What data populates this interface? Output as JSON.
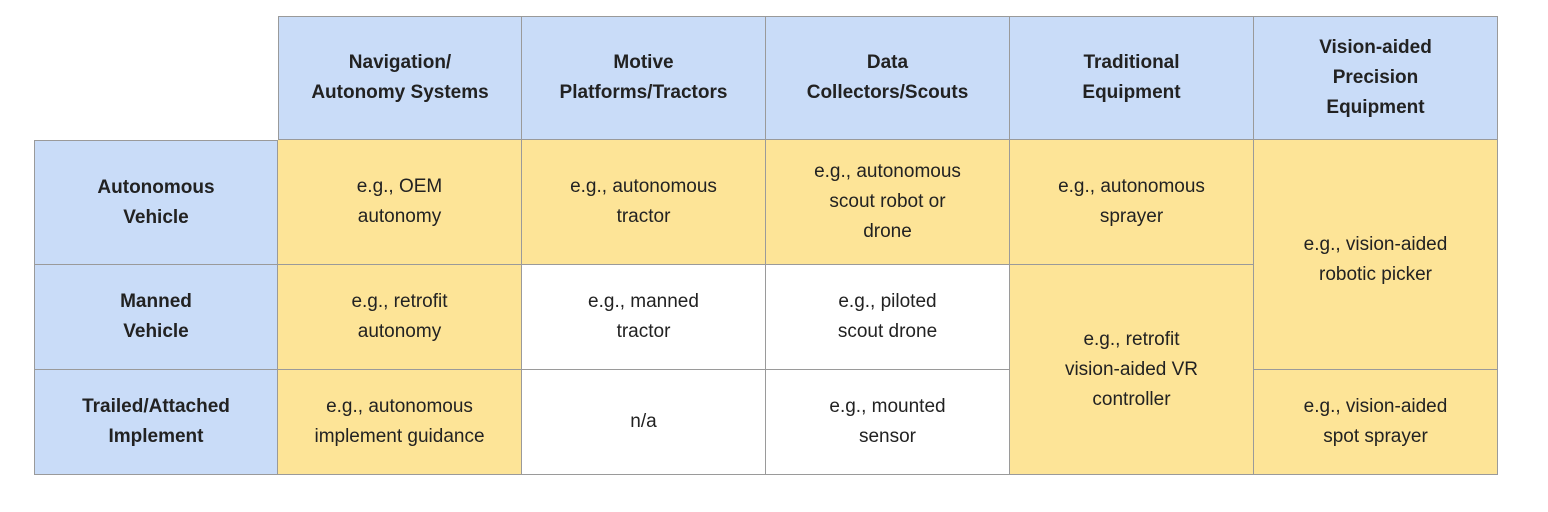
{
  "chart_data": {
    "type": "table",
    "column_headers": [
      "Navigation/\nAutonomy Systems",
      "Motive\nPlatforms/Tractors",
      "Data\nCollectors/Scouts",
      "Traditional\nEquipment",
      "Vision-aided\nPrecision\nEquipment"
    ],
    "row_headers": [
      "Autonomous\nVehicle",
      "Manned\nVehicle",
      "Trailed/Attached\nImplement"
    ],
    "cells": {
      "r1c1": "e.g., OEM\nautonomy",
      "r1c2": "e.g., autonomous\ntractor",
      "r1c3": "e.g., autonomous\nscout robot or\ndrone",
      "r1c4": "e.g., autonomous\nsprayer",
      "r1_2c5": "e.g., vision-aided\nrobotic picker",
      "r2c1": "e.g., retrofit\nautonomy",
      "r2c2": "e.g., manned\ntractor",
      "r2c3": "e.g., piloted\nscout drone",
      "r2_3c4": "e.g., retrofit\nvision-aided VR\ncontroller",
      "r3c1": "e.g., autonomous\nimplement guidance",
      "r3c2": "n/a",
      "r3c3": "e.g., mounted\nsensor",
      "r3c5": "e.g., vision-aided\nspot sprayer"
    },
    "colors": {
      "header_blue": "#c9dcf8",
      "highlight_yellow": "#fde497",
      "plain_white": "#ffffff",
      "border_gray": "#9a9a9a"
    }
  }
}
